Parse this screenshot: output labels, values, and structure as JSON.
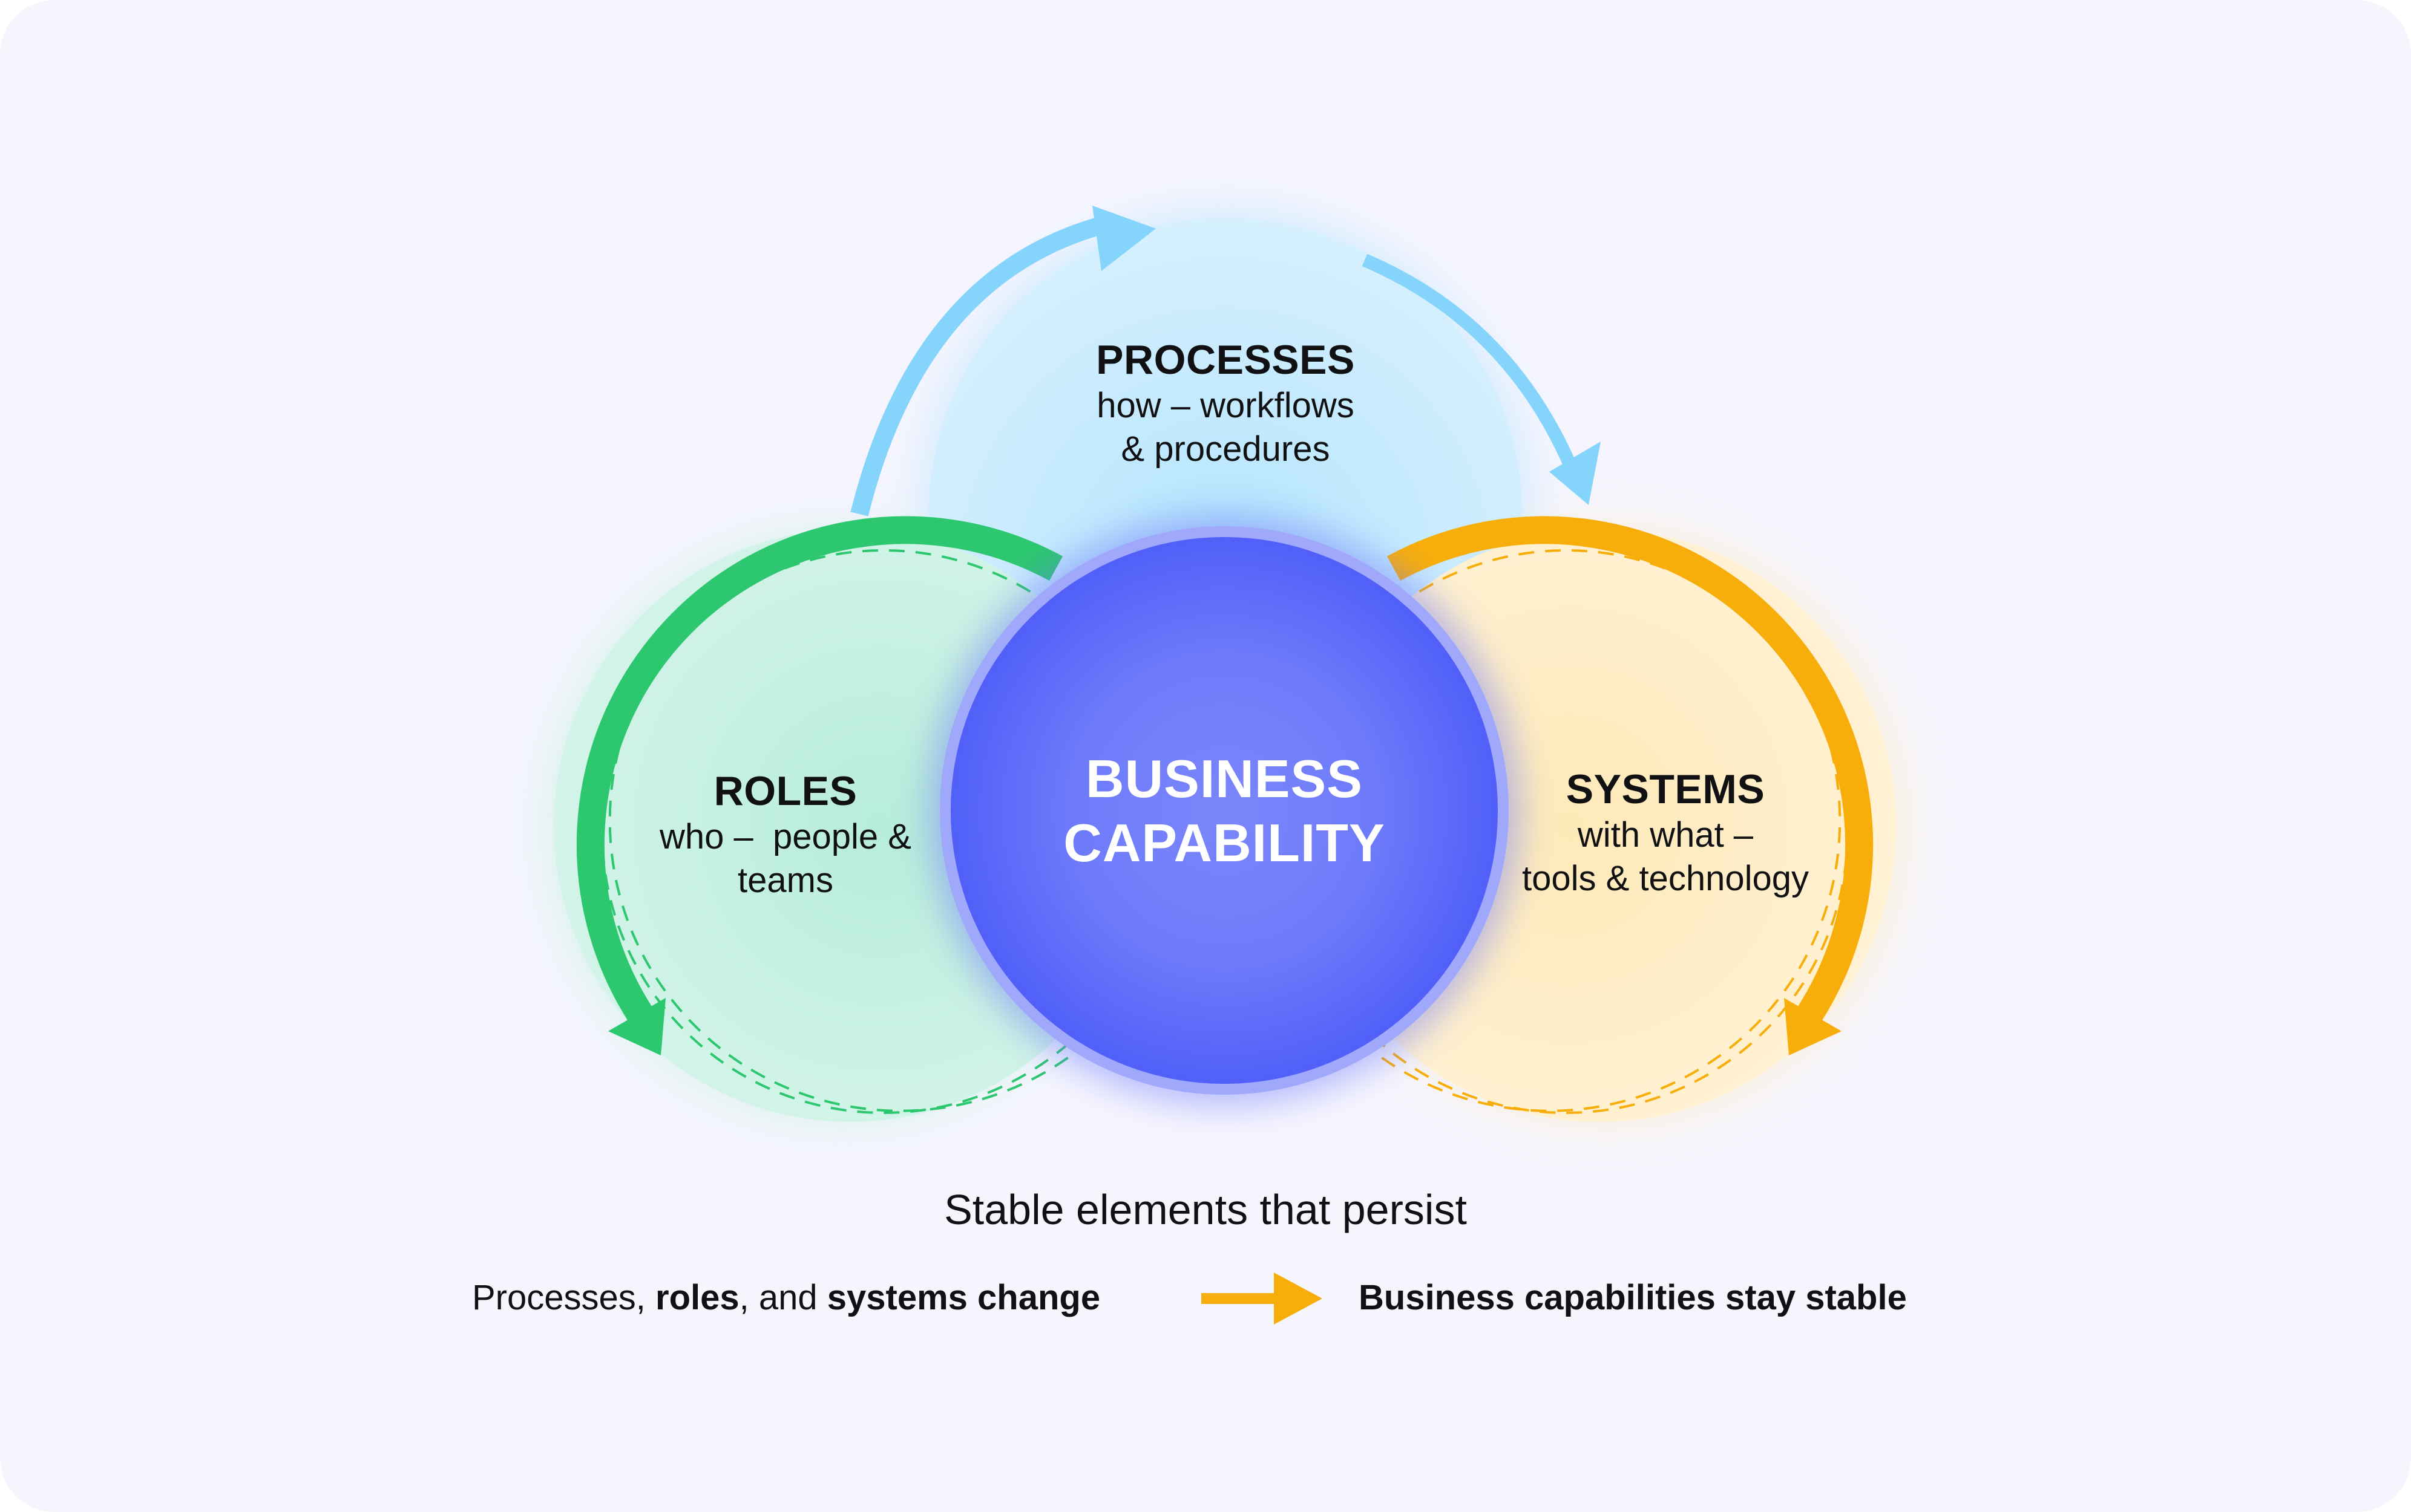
{
  "diagram": {
    "center": {
      "line1": "BUSINESS",
      "line2": "CAPABILITY",
      "color": "#5060F8"
    },
    "nodes": {
      "processes": {
        "title": "PROCESSES",
        "sub1": "how – workflows",
        "sub2": "& procedures",
        "color": "#85D4FC",
        "icon": "cycle-arrow-icon"
      },
      "roles": {
        "title": "ROLES",
        "sub1": "who –  people &",
        "sub2": "teams",
        "color": "#2CC76E",
        "icon": "cycle-arrow-icon"
      },
      "systems": {
        "title": "SYSTEMS",
        "sub1": "with what –",
        "sub2": "tools & technology",
        "color": "#F8AE0A",
        "icon": "cycle-arrow-icon"
      }
    }
  },
  "footer": {
    "title": "Stable elements that persist",
    "left": {
      "part1": "Processes, ",
      "part2": "roles",
      "part3": ", and ",
      "part4": "systems change"
    },
    "arrow_icon": "right-arrow-icon",
    "arrow_color": "#F8AE0A",
    "right": "Business capabilities stay stable"
  }
}
